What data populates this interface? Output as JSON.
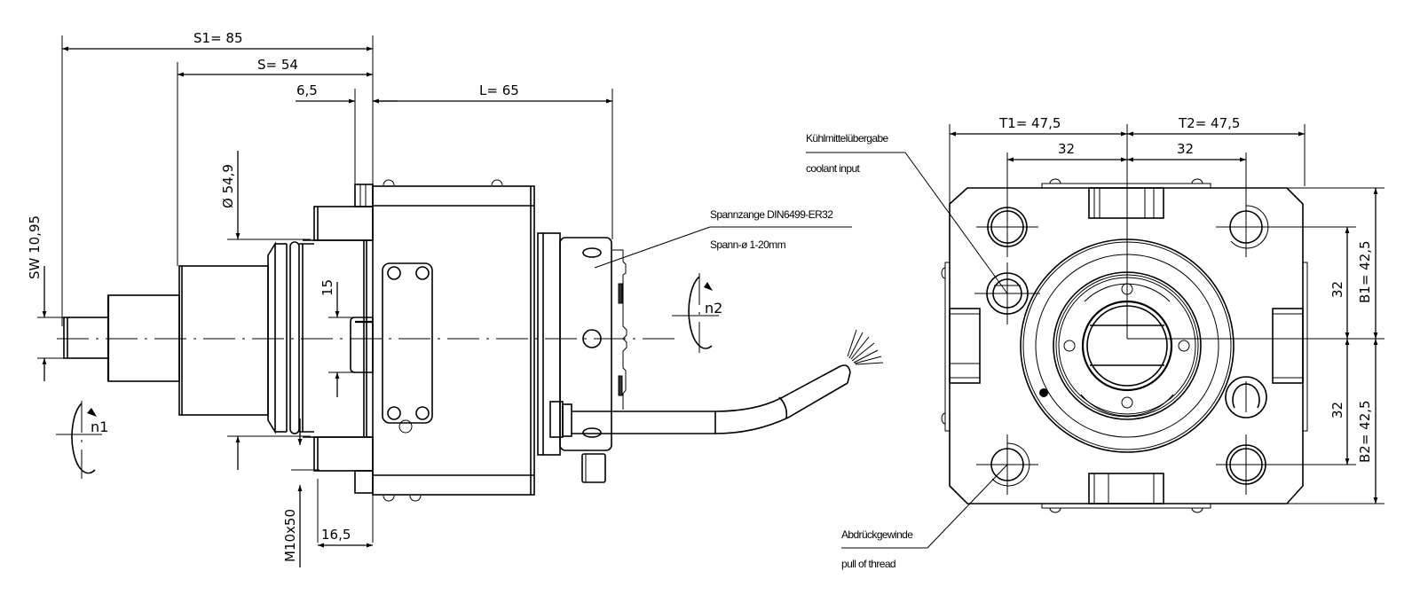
{
  "drawing": {
    "title": "Angular tool holder technical drawing",
    "side_view": {
      "dimensions": {
        "s1": "S1=  85",
        "s": "S=  54",
        "d_6_5": "6,5",
        "l": "L=  65",
        "sw": "SW 10,95",
        "diameter": "Ø 54,9",
        "d_15": "15",
        "d_16_5": "16,5",
        "m10": "M10x50"
      },
      "rotation_labels": {
        "input": "n1",
        "output": "n2"
      },
      "notes": {
        "collet_line1": "Spannzange DIN6499-ER32",
        "collet_line2": "Spann-ø 1-20mm"
      }
    },
    "front_view": {
      "dimensions": {
        "t1": "T1=  47,5",
        "t2": "T2=  47,5",
        "t1_inner": "32",
        "t2_inner": "32",
        "b1": "B1=  42,5",
        "b2": "B2=  42,5",
        "b1_inner": "32",
        "b2_inner": "32"
      },
      "notes": {
        "coolant_de": "Kühlmittelübergabe",
        "coolant_en": "coolant input",
        "thread_de": "Abdrückgewinde",
        "thread_en": "pull of thread"
      }
    }
  }
}
